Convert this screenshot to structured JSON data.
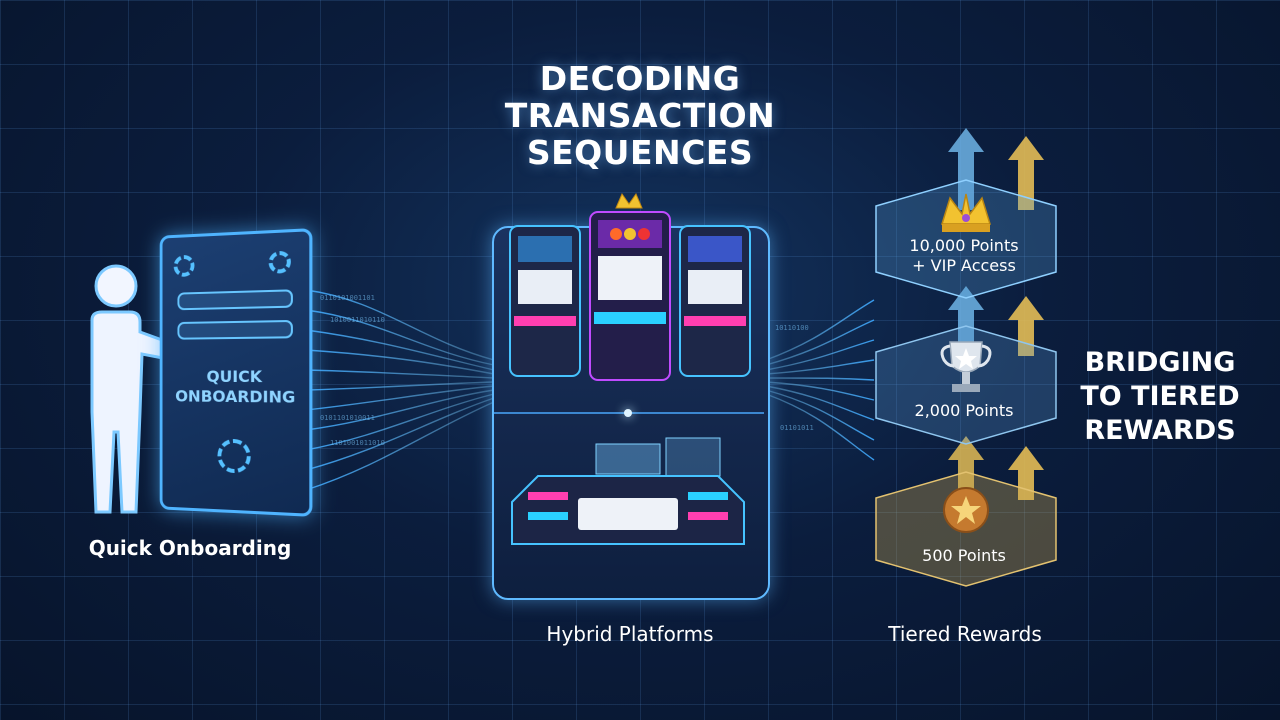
{
  "title": {
    "line1": "DECODING",
    "line2": "TRANSACTION",
    "line3": "SEQUENCES"
  },
  "side_title": {
    "line1": "BRIDGING",
    "line2": "TO TIERED",
    "line3": "REWARDS"
  },
  "onboarding_panel": {
    "label_line1": "QUICK",
    "label_line2": "ONBOARDING"
  },
  "captions": {
    "left": "Quick Onboarding",
    "middle": "Hybrid Platforms",
    "right": "Tiered Rewards"
  },
  "tiers": [
    {
      "label_line1": "10,000 Points",
      "label_line2": "+ VIP Access",
      "icon": "crown-icon",
      "color": "#4a8ec9"
    },
    {
      "label_line1": "2,000 Points",
      "label_line2": "",
      "icon": "trophy-icon",
      "color": "#5a94c4"
    },
    {
      "label_line1": "500 Points",
      "label_line2": "",
      "icon": "star-medal-icon",
      "color": "#b99a52"
    }
  ],
  "colors": {
    "accent": "#4fb4ff",
    "gold": "#e7c061",
    "background": "#0b1d3d"
  }
}
